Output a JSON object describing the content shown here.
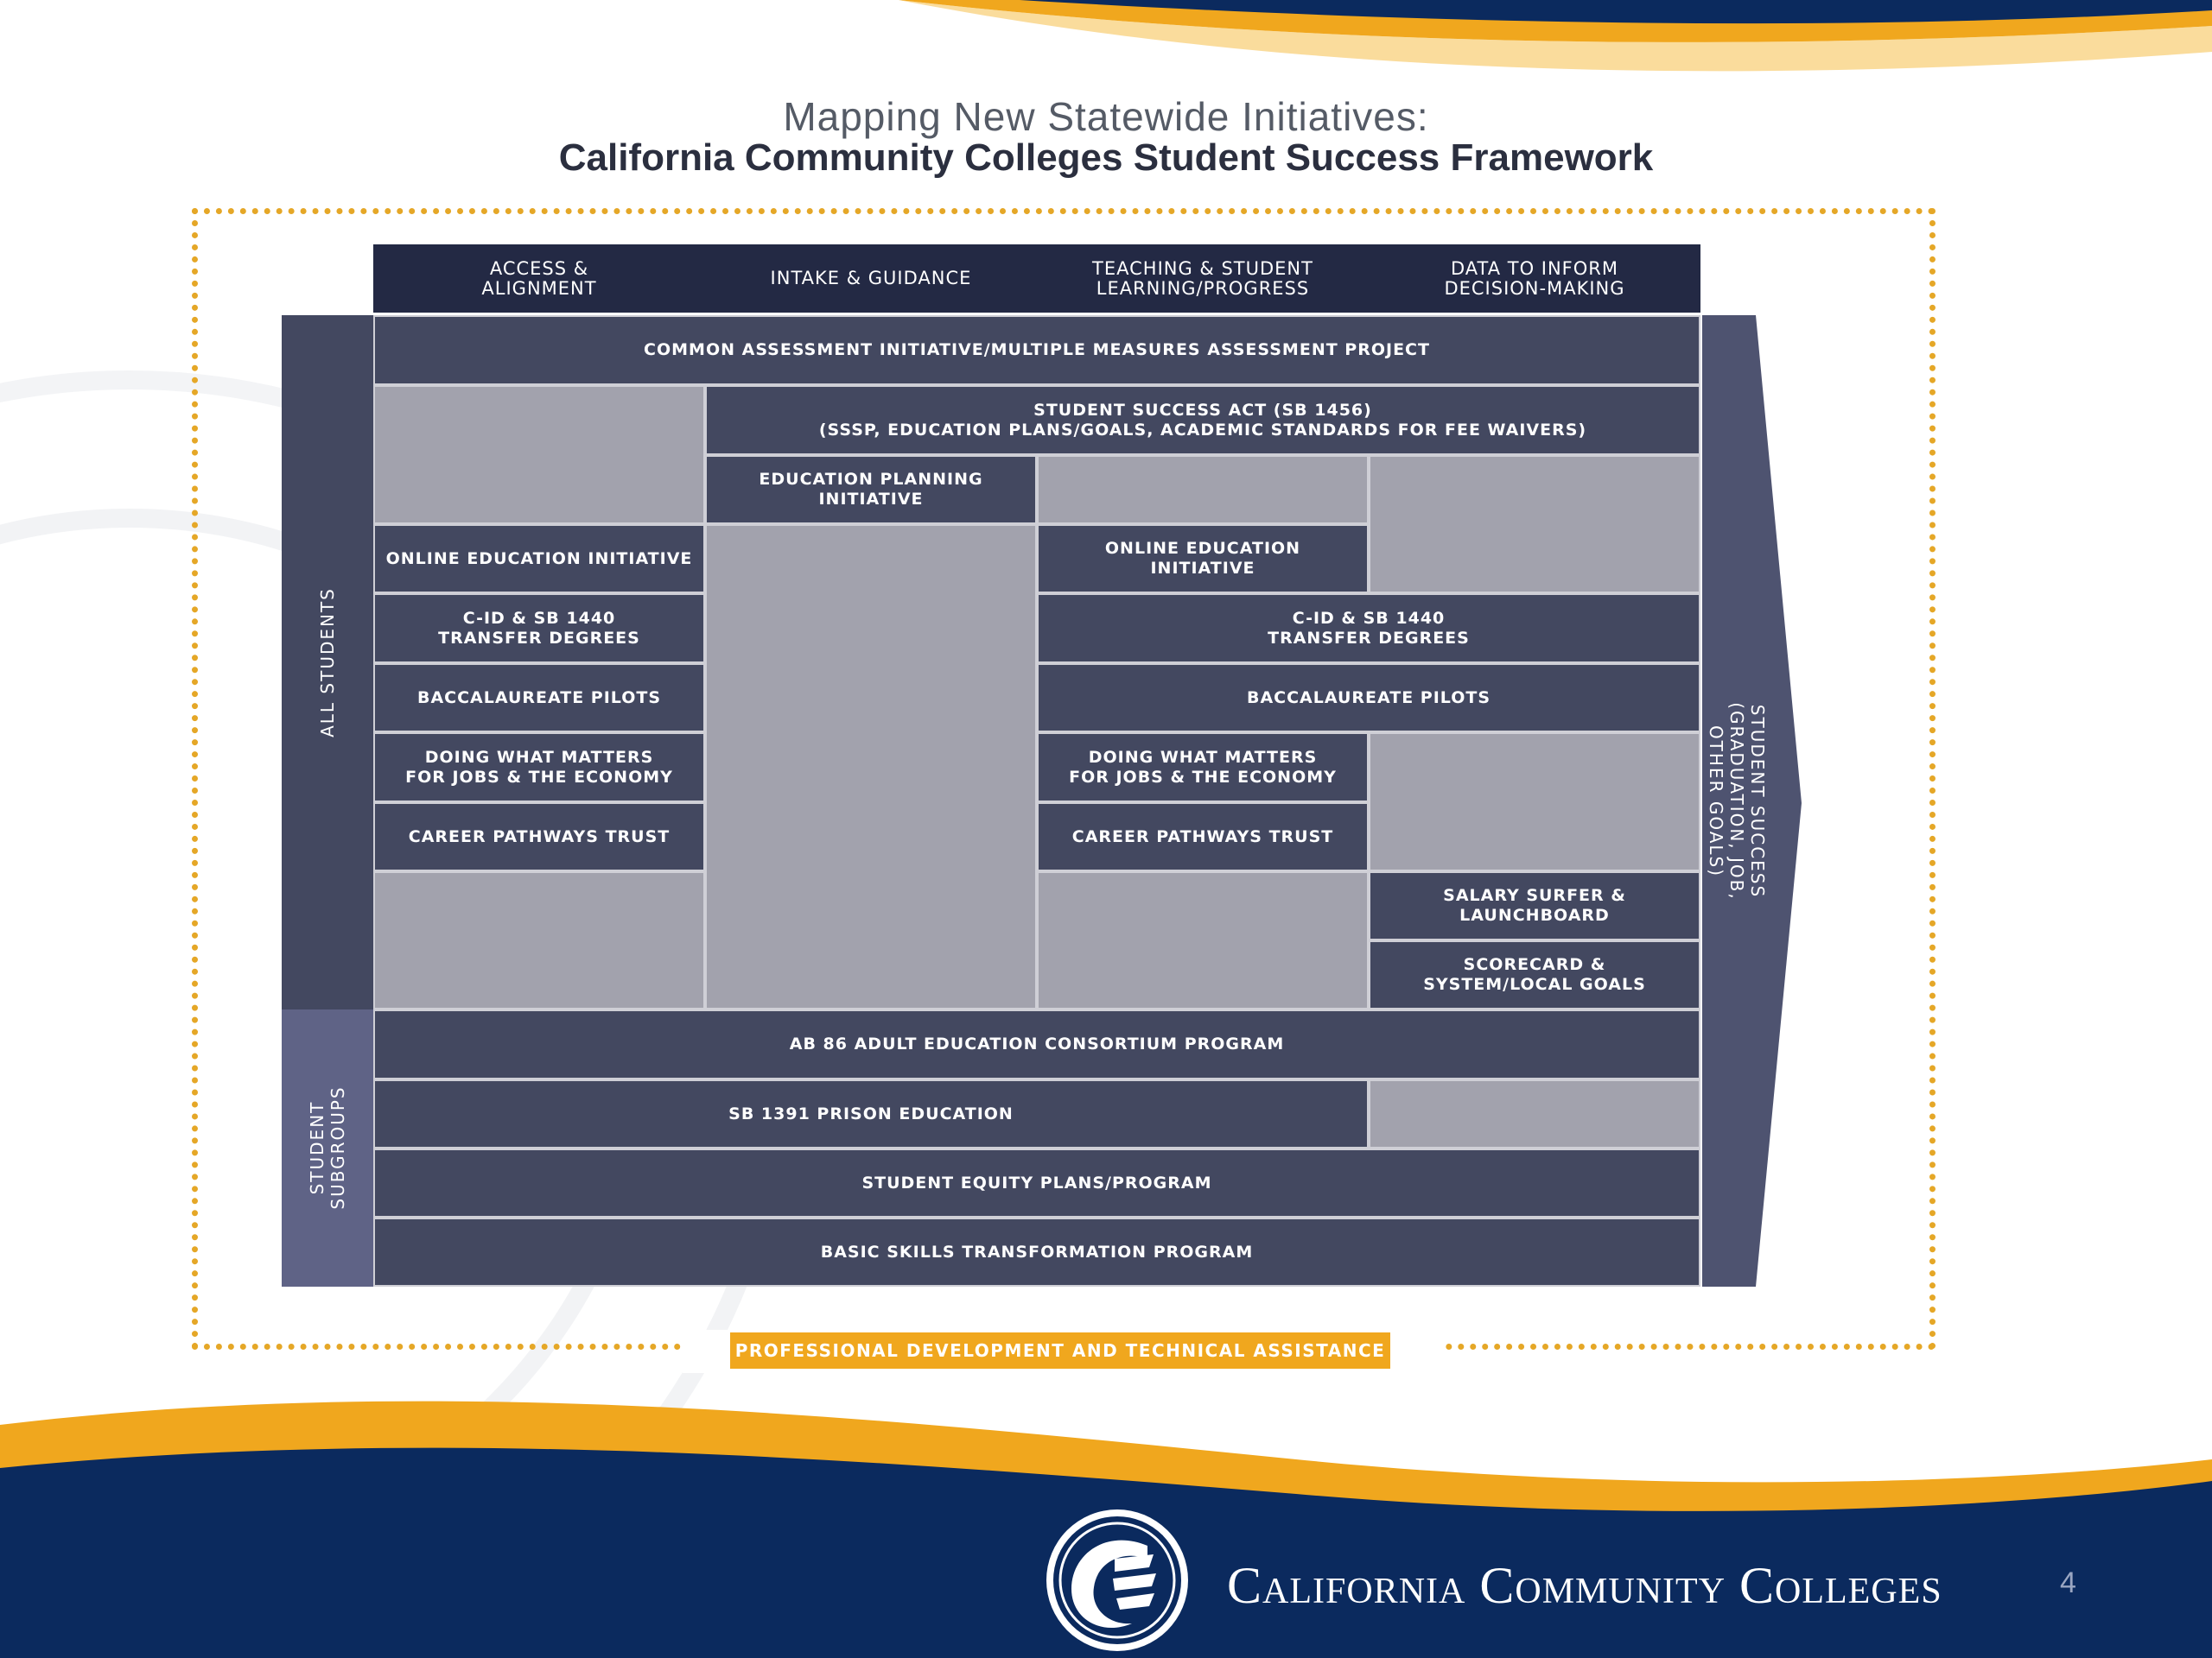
{
  "title": {
    "line1": "Mapping New Statewide Initiatives:",
    "line2": "California Community Colleges Student Success Framework"
  },
  "columns": [
    "ACCESS &\nALIGNMENT",
    "INTAKE & GUIDANCE",
    "TEACHING & STUDENT\nLEARNING/PROGRESS",
    "DATA TO INFORM\nDECISION-MAKING"
  ],
  "rows": {
    "all_students": "ALL STUDENTS",
    "student_subgroups": "STUDENT\nSUBGROUPS"
  },
  "outcome": "STUDENT SUCCESS\n(GRADUATION, JOB,\nOTHER GOALS)",
  "initiatives": {
    "common_assessment": "COMMON ASSESSMENT INITIATIVE/MULTIPLE MEASURES ASSESSMENT PROJECT",
    "ssa": "STUDENT SUCCESS ACT (SB 1456)\n(SSSP, EDUCATION PLANS/GOALS, ACADEMIC STANDARDS FOR FEE WAIVERS)",
    "edu_planning": "EDUCATION PLANNING\nINITIATIVE",
    "online_ed_1": "ONLINE EDUCATION INITIATIVE",
    "online_ed_3": "ONLINE EDUCATION\nINITIATIVE",
    "cid_1": "C-ID & SB 1440\nTRANSFER DEGREES",
    "cid_34": "C-ID & SB 1440\nTRANSFER DEGREES",
    "bacc_1": "BACCALAUREATE PILOTS",
    "bacc_34": "BACCALAUREATE PILOTS",
    "dwm_1": "DOING WHAT MATTERS\nFOR JOBS & THE ECONOMY",
    "dwm_3": "DOING WHAT MATTERS\nFOR JOBS & THE ECONOMY",
    "cpt_1": "CAREER PATHWAYS TRUST",
    "cpt_3": "CAREER PATHWAYS TRUST",
    "salary": "SALARY SURFER &\nLAUNCHBOARD",
    "scorecard": "SCORECARD &\nSYSTEM/LOCAL GOALS",
    "ab86": "AB 86 ADULT EDUCATION CONSORTIUM PROGRAM",
    "sb1391": "SB 1391 PRISON EDUCATION",
    "equity": "STUDENT EQUITY PLANS/PROGRAM",
    "basic_skills": "BASIC SKILLS TRANSFORMATION PROGRAM"
  },
  "footer_bar": "PROFESSIONAL DEVELOPMENT AND TECHNICAL ASSISTANCE",
  "brand": "CALIFORNIA COMMUNITY COLLEGES",
  "page_number": "4",
  "colors": {
    "navy": "#0b2a5e",
    "gold": "#f0a71e",
    "cell_dark": "#434860",
    "cell_grey": "#a2a2ad",
    "header": "#232944"
  }
}
